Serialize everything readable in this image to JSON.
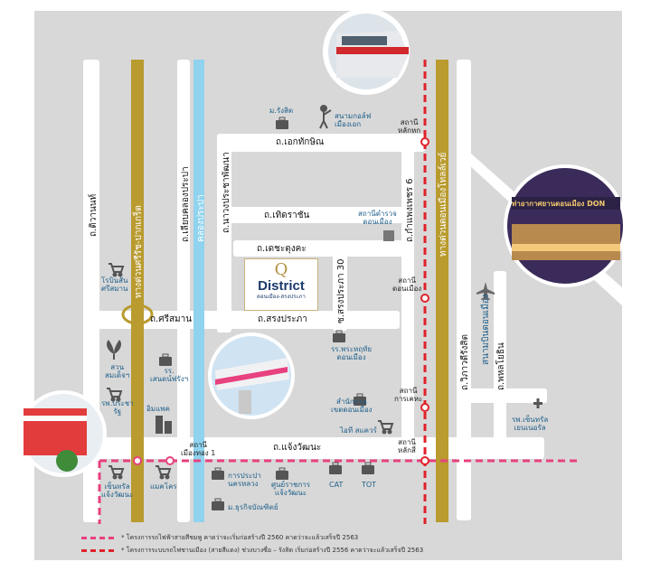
{
  "colors": {
    "background": "#d8d8d8",
    "road": "#ffffff",
    "expressway": "#b99b2f",
    "canal": "#8fd3ee",
    "red_line": "#e1222a",
    "pink_line": "#e8417f",
    "label_blue": "#1e5f8a"
  },
  "roads": {
    "ek_thakin": "ถ.เอกทักษิณ",
    "therdrachan": "ถ.เทิดราชัน",
    "dechatungkha": "ถ.เดชะตุงคะ",
    "srisaman": "ถ.ศรีสมาน",
    "songprapa": "ถ.สรงประภา",
    "chaengwattana": "ถ.แจ้งวัฒนะ",
    "tiwanon": "ถ.ติวานนท์",
    "liap_khlong_prapa": "ถ.เลียบคลองประปา",
    "nawong_pracha_phatthana": "ถ.นาวงประชาพัฒนา",
    "kamphaeng_phet_6": "ถ.กำแพงเพชร 6",
    "vibhavadi": "ถ.วิภาวดีรังสิต",
    "phahonyothin": "ถ.พหลโยธิน",
    "soi_songprapa_30": "ซ.สรงประภา 30",
    "expressway_left": "ทางด่วนศรีรัช-ปากเกร็ด",
    "expressway_right": "ทางด่วนดอนเมืองโทลล์เวย์",
    "canal": "คลองประปา",
    "airport_road": "สนามบินดอนเมือง"
  },
  "stations": {
    "lak_hok": "สถานี\nหลักหก",
    "don_mueang": "สถานี\nดอนเมือง",
    "kan_kheha": "สถานี\nการเคหะ",
    "lak_si": "สถานี\nหลักสี่",
    "mueang_thong_1": "สถานี\nเมืองทอง 1"
  },
  "places": {
    "rangsit_uni": "ม.รังสิต",
    "golf": "สนามกอล์ฟ\nเมืองเอก",
    "police": "สถานีตำรวจ\nดอนเมือง",
    "robinson": "โรบินสัน\nศรีสมาน",
    "park": "สวน\nสมเด็จฯ",
    "school": "รร.\nเสนดน์ฟรังฯ",
    "hospital": "รพ.ประชา\nรัฐ",
    "condo": "อิมแพค",
    "phrahathai_school": "รร.พระหฤทัย\nดอนเมือง",
    "district_office": "สำนักงาน\nเขตดอนเมือง",
    "it_square": "ไอที สแควร์",
    "central_hospital": "รพ.เซ็นทรัล\nเยนเนอรัล",
    "big_c": "เซ็นทรัล\nแจ้งวัฒนะ",
    "makro": "แมคโคร",
    "water_authority": "การประปา\nนครหลวง",
    "govt_center": "ศูนย์ราชการ\nแจ้งวัฒนะ",
    "cat": "CAT",
    "tot": "TOT",
    "sukhothai_uni": "ม.ธุรกิจบัณฑิตย์",
    "airport_sign": "ท่าอากาศยานดอนเมือง DON"
  },
  "brand": {
    "logo_letter": "Q",
    "name": "District",
    "subtitle": "ดอนเมือง-สรงประภา"
  },
  "legend": [
    {
      "text": "* โครงการรถไฟฟ้าสายสีชมพู คาดว่าจะเริ่มก่อสร้างปี 2560 คาดว่าจะแล้วเสร็จปี 2563",
      "color": "#e8417f"
    },
    {
      "text": "* โครงการระบบรถไฟชานเมือง (สายสีแดง) ช่วงบางซื่อ – รังสิต เริ่มก่อสร้างปี 2556 คาดว่าจะแล้วเสร็จปี 2563",
      "color": "#e1222a"
    }
  ]
}
